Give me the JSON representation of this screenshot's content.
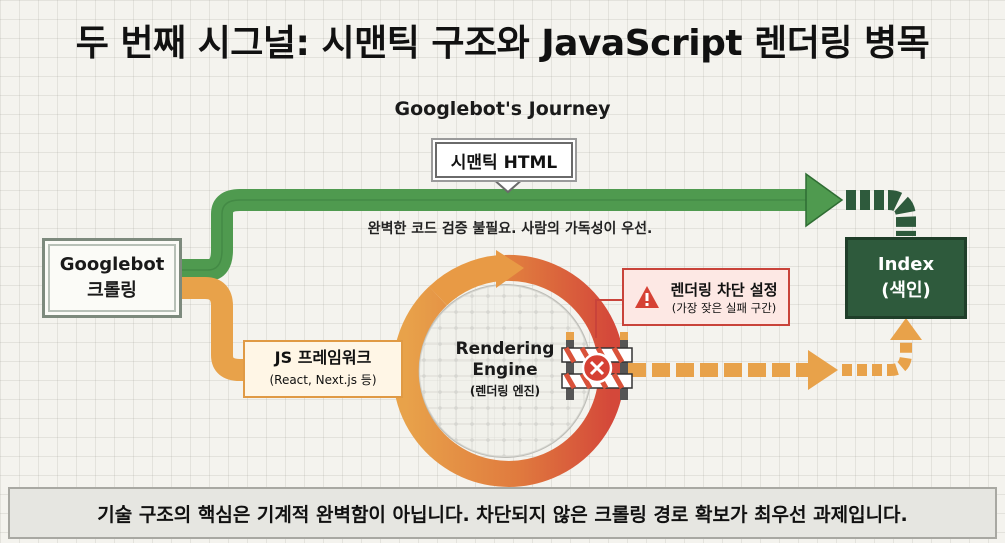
{
  "title": "두 번째 시그널: 시맨틱 구조와 JavaScript 렌더링 병목",
  "subtitle": "Googlebot's Journey",
  "googlebot": {
    "line1": "Googlebot",
    "line2": "크롤링"
  },
  "semantic_tag": "시맨틱 HTML",
  "green_note": "완벽한 코드 검증 불필요. 사람의 가독성이 우선.",
  "js_box": {
    "title": "JS 프레임워크",
    "sub": "(React, Next.js 등)"
  },
  "rendering": {
    "line1": "Rendering",
    "line2": "Engine",
    "line3": "(렌더링 엔진)"
  },
  "warning": {
    "title": "렌더링 차단 설정",
    "sub": "(가장 잦은 실패 구간)",
    "icon": "warning-triangle-icon"
  },
  "barrier_icon": "roadblock-icon",
  "index": {
    "line1": "Index",
    "line2": "(색인)"
  },
  "footer": "기술 구조의 핵심은 기계적 완벽함이 아닙니다. 차단되지 않은 크롤링 경로 확보가 최우선 과제입니다.",
  "colors": {
    "green_path": "#4f9a4f",
    "dark_green": "#2e5a3c",
    "orange_path": "#e8a24a",
    "red_ring": "#d9523a",
    "warning_red": "#c9433a"
  }
}
